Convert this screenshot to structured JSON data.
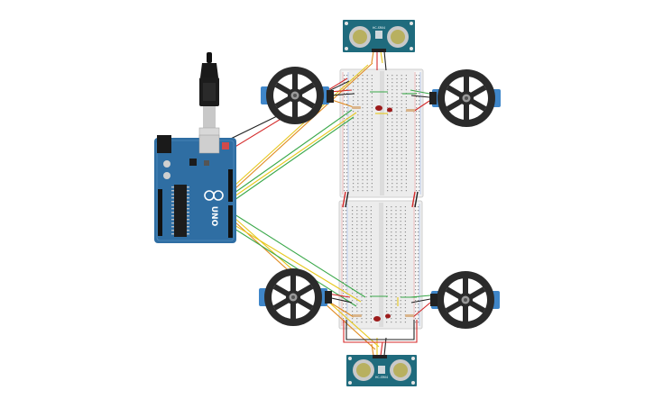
{
  "canvas": {
    "background": "#ffffff"
  },
  "colors": {
    "board_blue": "#2f6ea3",
    "board_dark": "#1f4e7a",
    "pcb_teal": "#1f6b7d",
    "wheel": "#2b2b2b",
    "servo_blue": "#3f86c9",
    "breadboard": "#e9e9e9",
    "wire_red": "#d42a2a",
    "wire_black": "#222222",
    "wire_green": "#3aa84a",
    "wire_yellow": "#e7c81e",
    "wire_orange": "#e08a1e",
    "led_red": "#9c1b1b"
  },
  "arduino": {
    "label": "UNO",
    "cable": "usb-cable",
    "logo_icon": "infinity-logo-icon"
  },
  "sensor_top": {
    "label": "HC-SR04",
    "type": "ultrasonic-sensor"
  },
  "sensor_bottom": {
    "label": "HC-SR04",
    "type": "ultrasonic-sensor"
  },
  "wheels": [
    {
      "id": "front-left",
      "icon": "wheel-icon"
    },
    {
      "id": "front-right",
      "icon": "wheel-icon"
    },
    {
      "id": "rear-left",
      "icon": "wheel-icon"
    },
    {
      "id": "rear-right",
      "icon": "wheel-icon"
    }
  ],
  "breadboards": [
    {
      "id": "top"
    },
    {
      "id": "bottom"
    }
  ],
  "leds": [
    {
      "id": "led-top"
    },
    {
      "id": "led-bottom"
    }
  ]
}
